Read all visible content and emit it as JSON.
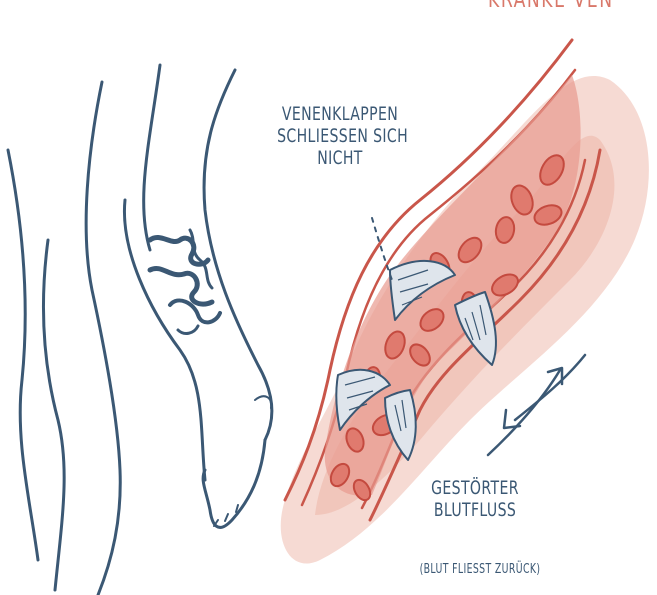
{
  "labels": {
    "title_fragment": "KRANKE VEN",
    "valves_line1": "VENENKLAPPEN",
    "valves_line2": "SCHLIEßEN SICH",
    "valves_line3": "NICHT",
    "flow_line1": "GESTÖRTER",
    "flow_line2": "BLUTFLUSS",
    "flow_note": "(BLUT FLIEßT ZURÜCK)"
  },
  "colors": {
    "ink_blue": "#3b5874",
    "vein_red": "#c9564a",
    "tissue_pink": "#f1c7bd",
    "blood_fill": "#e58b7f"
  }
}
